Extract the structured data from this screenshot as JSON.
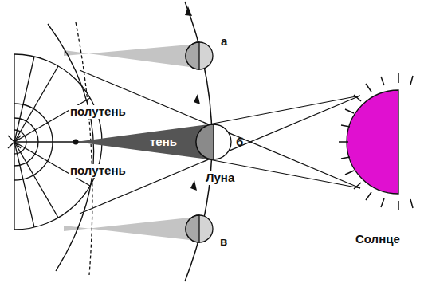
{
  "diagram": {
    "labels": [
      "а",
      "полутень",
      "тень",
      "б",
      "полутень",
      "Луна",
      "в",
      "Солнце"
    ]
  }
}
